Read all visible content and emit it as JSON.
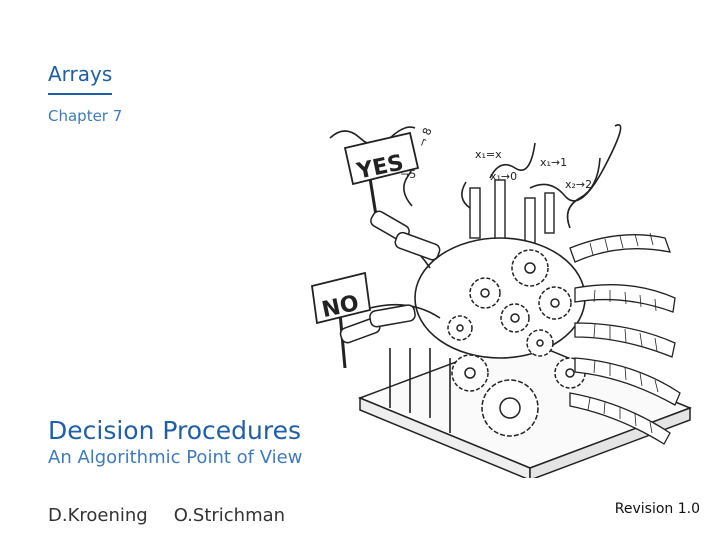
{
  "slide": {
    "chapter_title": "Arrays",
    "chapter_number": "Chapter 7",
    "book_title": "Decision Procedures",
    "book_subtitle": "An Algorithmic Point of View",
    "authors": [
      "D.Kroening",
      "O.Strichman"
    ],
    "revision": "Revision 1.0"
  },
  "illustration": {
    "sign_yes": "YES",
    "sign_no": "NO"
  },
  "colors": {
    "accent": "#1f5fa8",
    "subaccent": "#3d7bbd"
  }
}
